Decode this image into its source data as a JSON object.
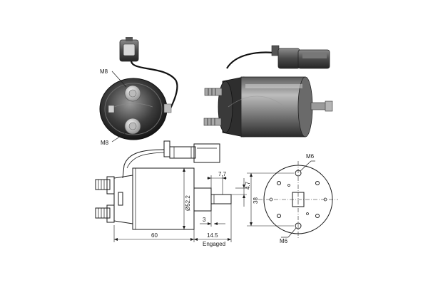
{
  "photos": {
    "end_view": {
      "top_terminal_label": "M8",
      "bottom_terminal_label": "M8"
    }
  },
  "drawing": {
    "dim_body_diameter": "Ø52.2",
    "dim_body_length": "60",
    "dim_plunger_length": "14.5",
    "dim_plunger_state": "Engaged",
    "dim_slot_width": "7.7",
    "dim_slot_offset": "4.7",
    "dim_plunger_tip": "3",
    "dim_hole_spacing": "38",
    "top_hole_label": "M6",
    "bottom_hole_label": "M6"
  }
}
